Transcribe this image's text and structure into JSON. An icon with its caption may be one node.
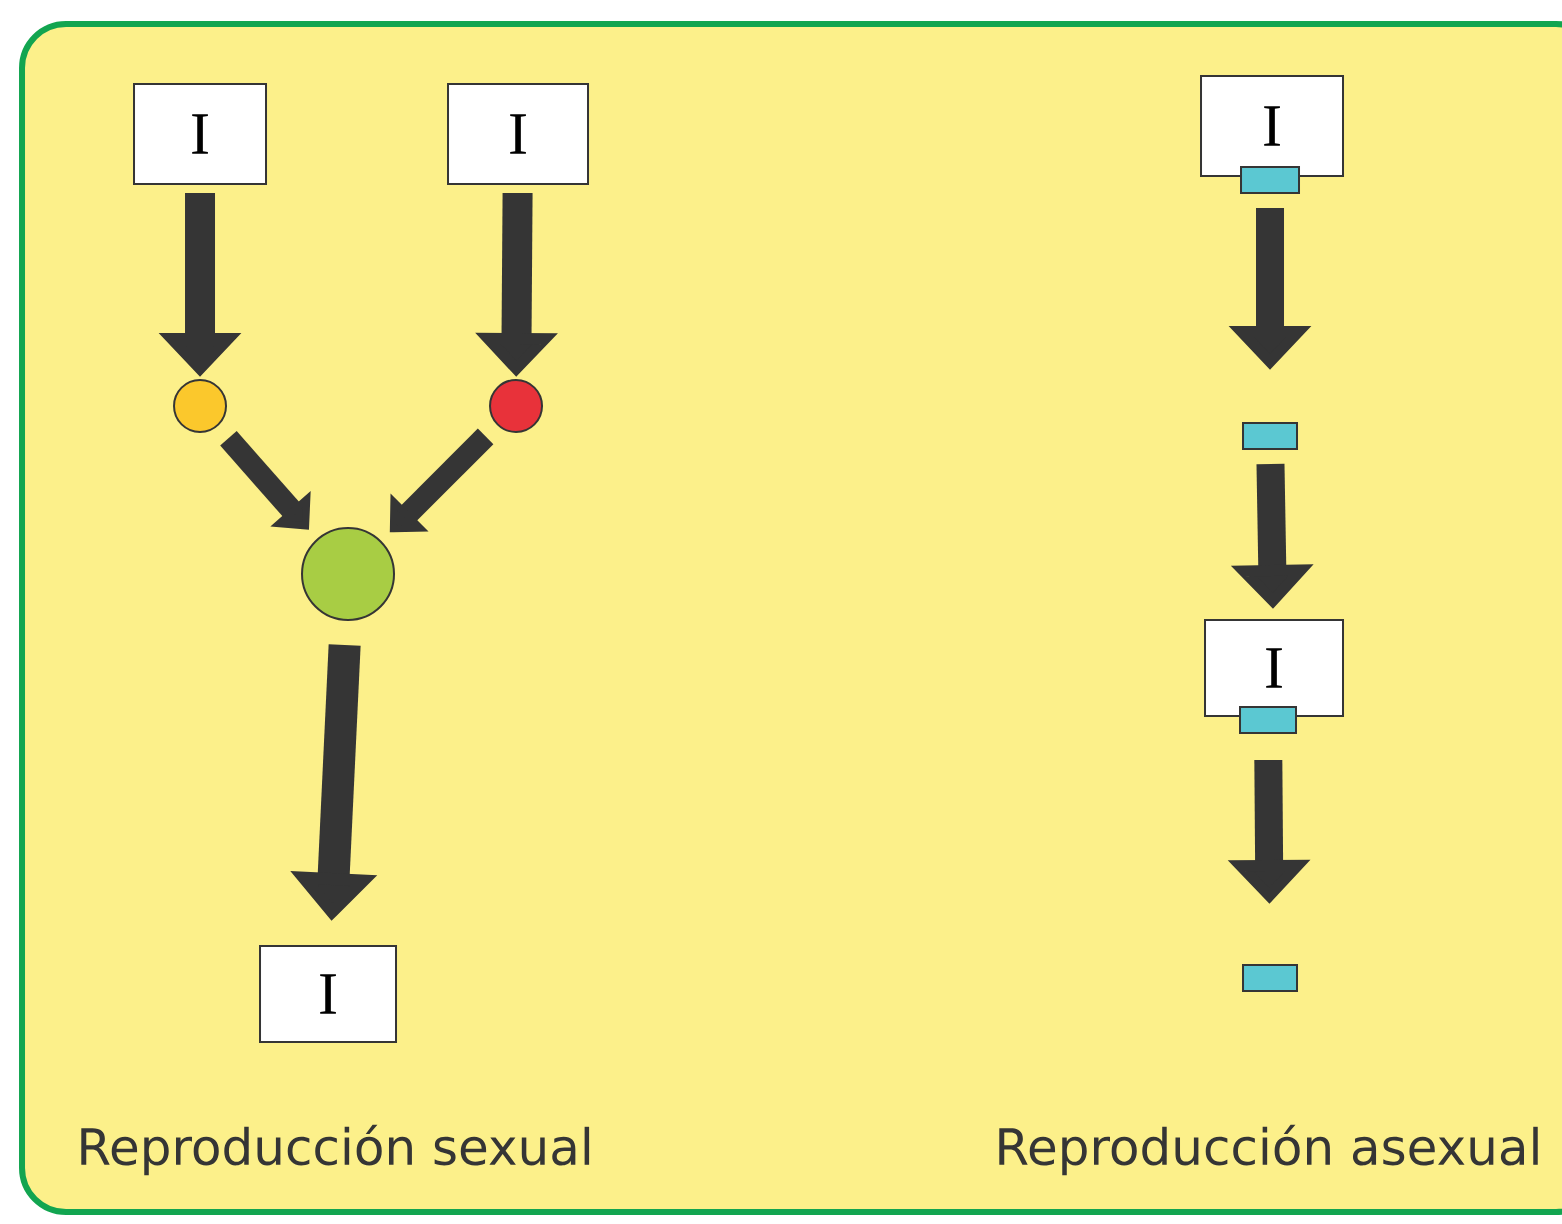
{
  "diagram": {
    "nodes": [
      {
        "text": [
          "I"
        ]
      },
      {
        "text": [
          "I"
        ]
      },
      {
        "text": [],
        "shape": "circle"
      },
      {
        "text": [],
        "shape": "circle"
      },
      {
        "text": [],
        "shape": "circle"
      },
      {
        "text": [
          "I"
        ]
      },
      {
        "text": [
          "I"
        ]
      },
      {
        "text": [],
        "shape": "bar"
      },
      {
        "text": [],
        "shape": "bar"
      },
      {
        "text": [
          "I"
        ]
      },
      {
        "text": [],
        "shape": "bar"
      },
      {
        "text": [],
        "shape": "bar"
      }
    ],
    "edges": [
      {
        "from": 0,
        "to": 2,
        "arrow": "to"
      },
      {
        "from": 1,
        "to": 3,
        "arrow": "to"
      },
      {
        "from": 2,
        "to": 4,
        "arrow": "to"
      },
      {
        "from": 3,
        "to": 4,
        "arrow": "to"
      },
      {
        "from": 4,
        "to": 5,
        "arrow": "to"
      },
      {
        "from": 7,
        "to": 8,
        "arrow": "to"
      },
      {
        "from": 8,
        "to": 9,
        "arrow": "to"
      },
      {
        "from": 10,
        "to": 11,
        "arrow": "to"
      }
    ],
    "labels": [
      "Reproducción sexual",
      "Reproducción asexual"
    ]
  }
}
